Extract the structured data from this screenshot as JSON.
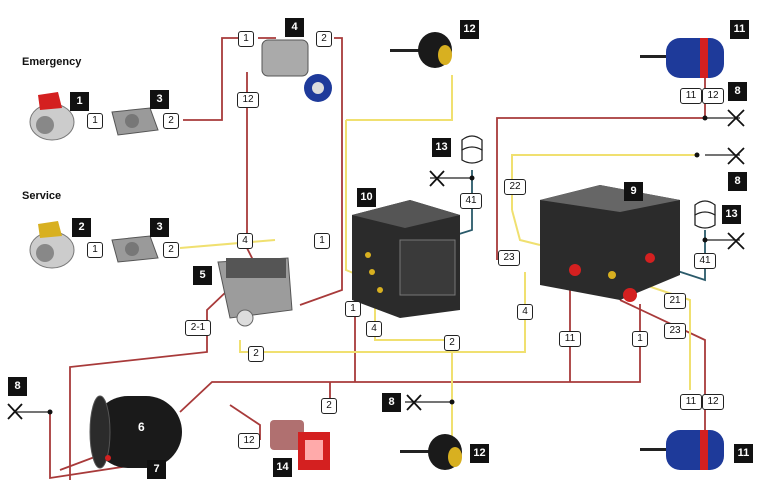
{
  "labels": {
    "emergency": "Emergency",
    "service": "Service"
  },
  "component_numbers": {
    "n1": "1",
    "n2": "2",
    "n3a": "3",
    "n3b": "3",
    "n4": "4",
    "n5": "5",
    "n6": "6",
    "n7": "7",
    "n8a": "8",
    "n8b": "8",
    "n8c": "8",
    "n8d": "8",
    "n9": "9",
    "n10": "10",
    "n11a": "11",
    "n11b": "11",
    "n12a": "12",
    "n12b": "12",
    "n13a": "13",
    "n13b": "13",
    "n14": "14"
  },
  "ports": {
    "p_e1": "1",
    "p_e2": "2",
    "p_s1": "1",
    "p_s2": "2",
    "p_4_1": "1",
    "p_4_2": "2",
    "p_4_12": "12",
    "p_5_4": "4",
    "p_5_21": "2-1",
    "p_5_2": "2",
    "p_l1": "1",
    "p_10_41": "41",
    "p_10_1": "1",
    "p_10_4": "4",
    "p_mid_2": "2",
    "p_9_22": "22",
    "p_9_23": "23",
    "p_9_41": "41",
    "p_9_4": "4",
    "p_9_11": "11",
    "p_9_1": "1",
    "p_9_21": "21",
    "p_9_23b": "23",
    "p_11a_11": "11",
    "p_11a_12": "12",
    "p_11b_11": "11",
    "p_11b_12": "12",
    "p_14_2": "2",
    "p_14_12": "12",
    "p_6_6": "6"
  },
  "colors": {
    "air_red": "#a83a3a",
    "air_yellow": "#f0e070",
    "air_blue": "#2a5a6a",
    "tag_bg": "#111111",
    "brake_blue": "#1e3a9a",
    "actuator_yellow": "#d8b020",
    "handle_red": "#d42020",
    "tank_black": "#1a1a1a"
  }
}
